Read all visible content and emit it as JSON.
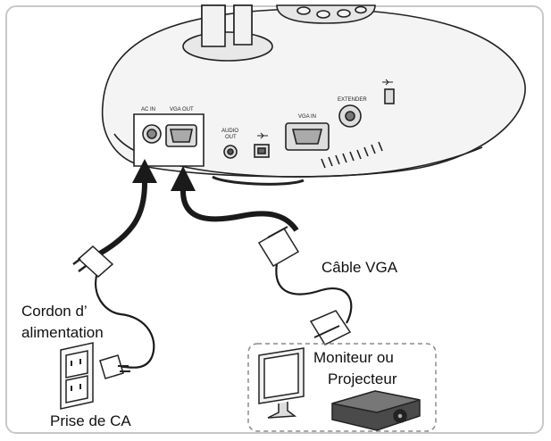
{
  "labels": {
    "cord_line1": "Cordon d’",
    "cord_line2": "alimentation",
    "outlet": "Prise de CA",
    "vga_cable": "Câble VGA",
    "monitor_line1": "Moniteur ou",
    "monitor_line2": "Projecteur"
  },
  "ports": {
    "ac_in": "AC IN",
    "vga_out": "VGA OUT",
    "audio_out_1": "AUDIO",
    "audio_out_2": "OUT",
    "vga_in": "VGA IN",
    "extender": "EXTENDER"
  },
  "colors": {
    "frame": "#c8c8c8",
    "line_art": "#222222",
    "cable": "#1a1a1a",
    "device_fill": "#f4f4f4",
    "dashed_box": "#8a8a8a"
  }
}
